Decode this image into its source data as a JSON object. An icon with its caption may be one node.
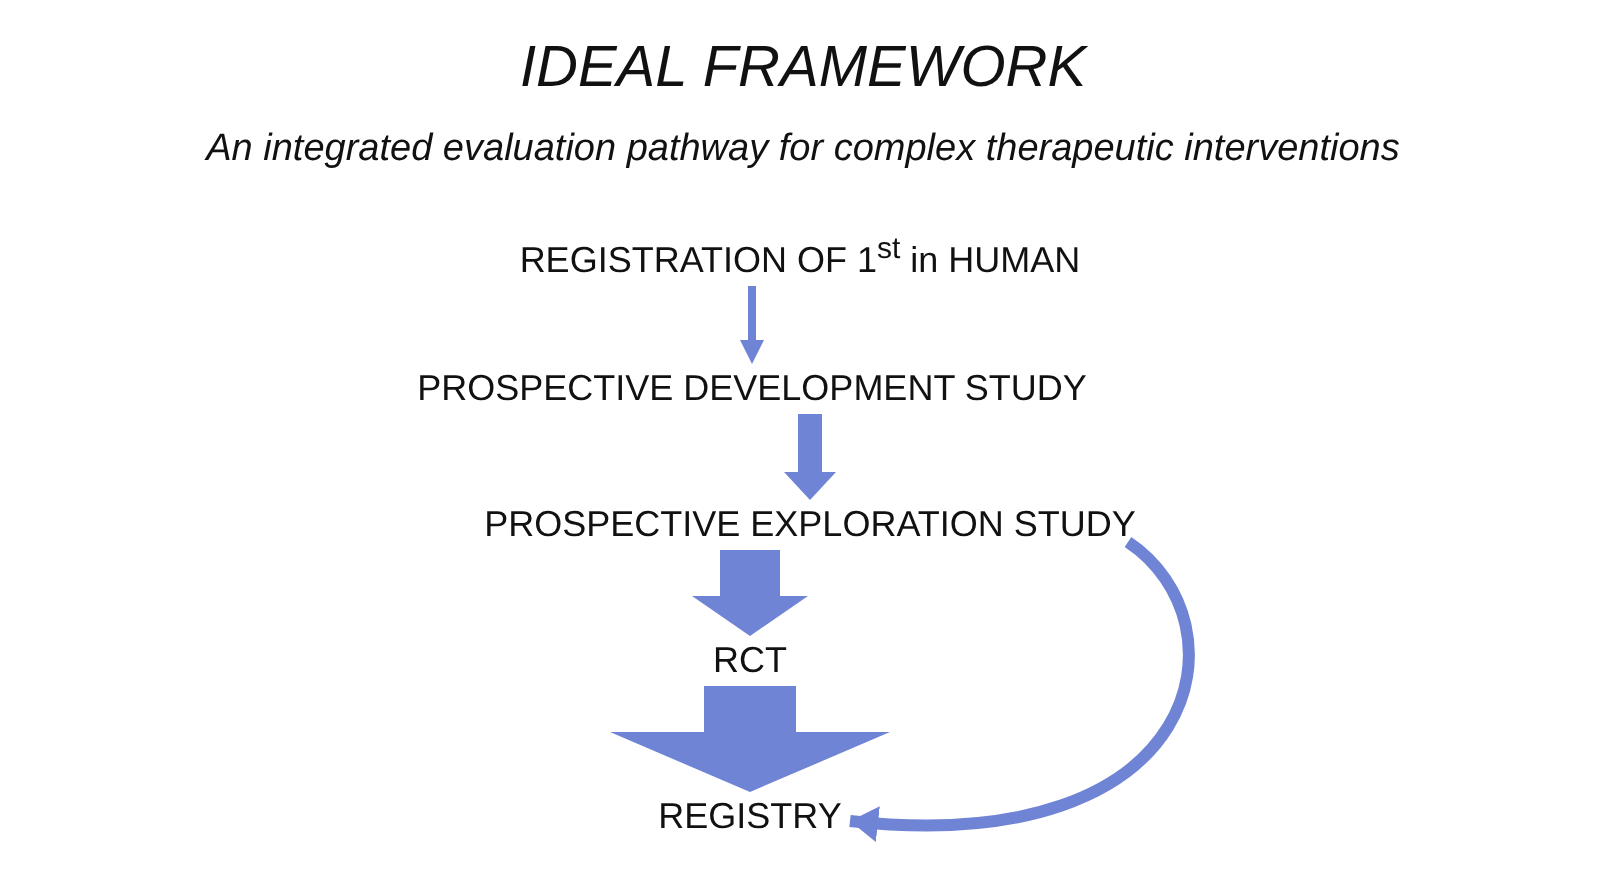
{
  "diagram": {
    "title": "IDEAL FRAMEWORK",
    "caption": "An integrated evaluation pathway for complex therapeutic interventions",
    "nodes": [
      {
        "text": [
          "REGISTRATION OF 1$^{st}$ in HUMAN"
        ]
      },
      {
        "text": [
          "PROSPECTIVE DEVELOPMENT STUDY"
        ]
      },
      {
        "text": [
          "PROSPECTIVE EXPLORATION STUDY"
        ]
      },
      {
        "text": [
          "RCT"
        ]
      },
      {
        "text": [
          "REGISTRY"
        ]
      }
    ],
    "edges": [
      {
        "from": 0,
        "to": 1,
        "arrow": "to"
      },
      {
        "from": 1,
        "to": 2,
        "arrow": "to"
      },
      {
        "from": 2,
        "to": 3,
        "arrow": "to",
        "style": "thick"
      },
      {
        "from": 3,
        "to": 4,
        "arrow": "to",
        "style": "thick"
      },
      {
        "from": 2,
        "to": 4,
        "arrow": "to"
      }
    ]
  }
}
